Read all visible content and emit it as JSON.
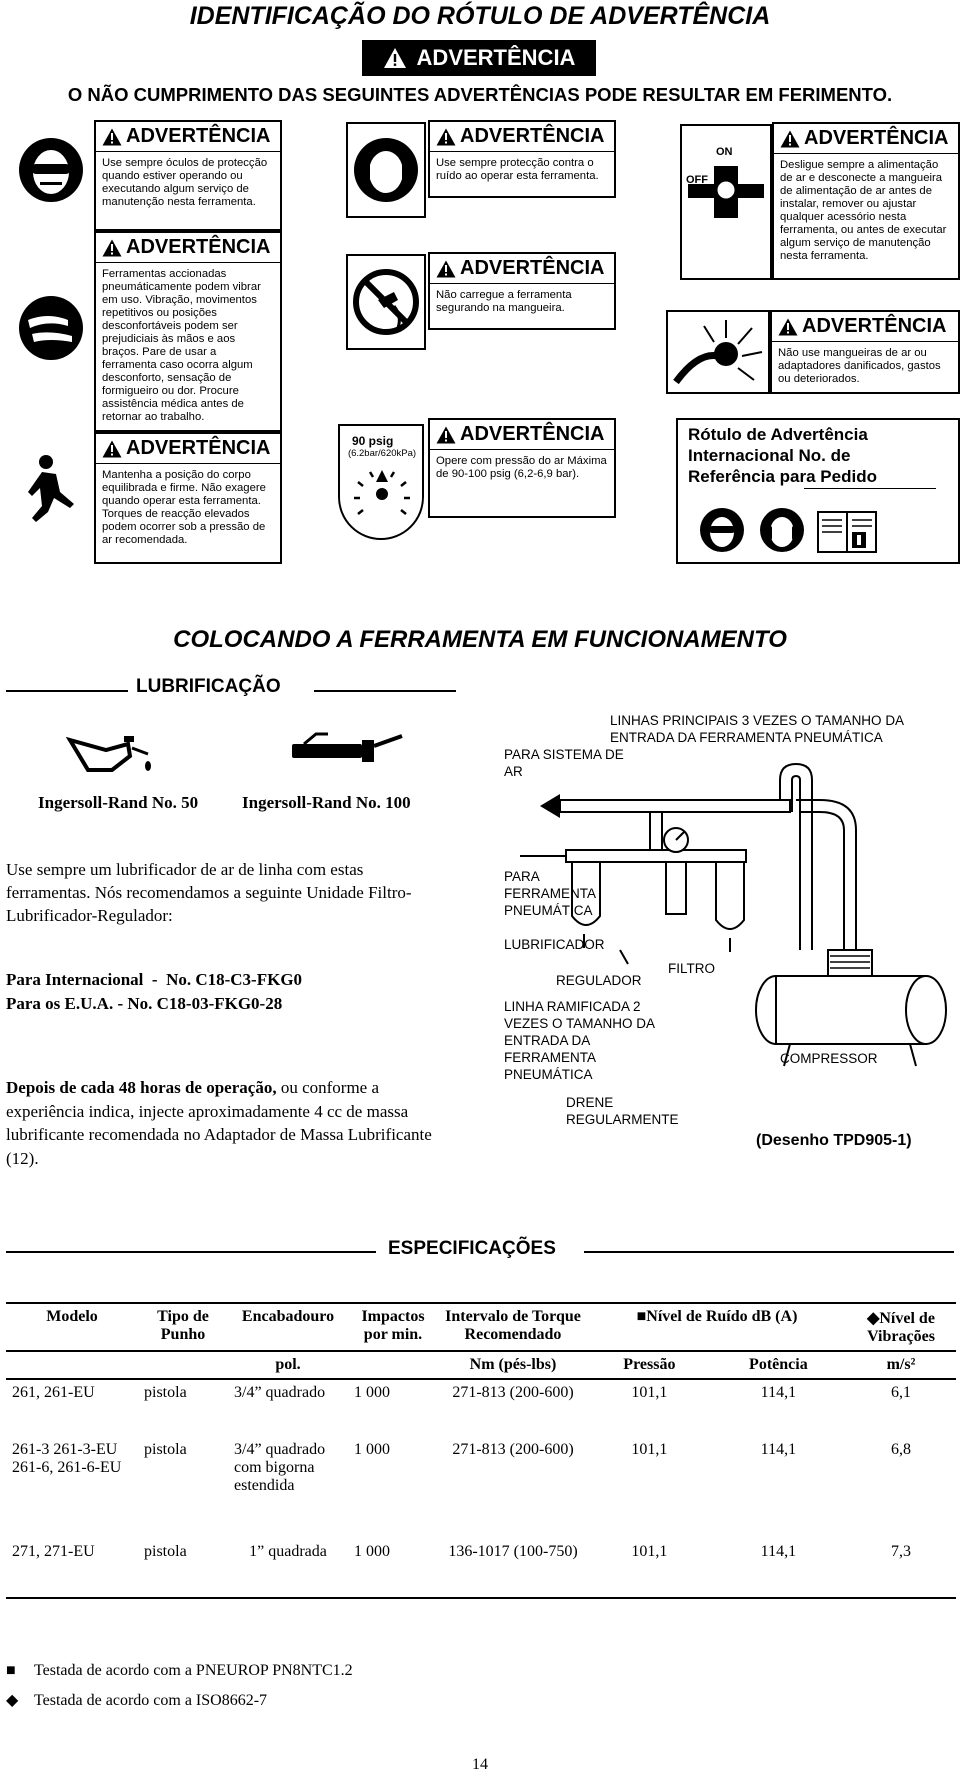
{
  "header": {
    "title": "IDENTIFICAÇÃO DO RÓTULO DE ADVERTÊNCIA",
    "banner": "ADVERTÊNCIA",
    "subtitle": "O NÃO CUMPRIMENTO DAS SEGUINTES ADVERTÊNCIAS PODE RESULTAR EM FERIMENTO."
  },
  "warnings": {
    "heading": "ADVERTÊNCIA",
    "eye": "Use sempre óculos de protecção quando estiver operando ou executando algum serviço de manutenção nesta ferramenta.",
    "vibration": "Ferramentas accionadas pneumáticamente podem vibrar em uso. Vibração, movimentos repetitivos ou posições desconfortáveis podem ser prejudiciais às mãos e aos braços. Pare de usar a ferramenta caso ocorra algum desconforto, sensação de formigueiro ou dor. Procure assistência médica antes de retornar ao trabalho.",
    "posture": "Mantenha a posição do corpo equilibrada e firme. Não exagere quando operar esta ferramenta. Torques de reacção elevados podem ocorrer sob a pressão de ar recomendada.",
    "ear": "Use sempre protecção contra o ruído ao operar esta ferramenta.",
    "hose_carry": "Não carregue a ferramenta segurando na mangueira.",
    "pressure": "Opere com pressão do ar Máxima de 90-100 psig (6,2-6,9 bar).",
    "disconnect": "Desligue sempre a alimentação de ar e desconecte a mangueira de alimentação de ar antes de instalar, remover ou ajustar qualquer acessório nesta ferramenta, ou antes de executar algum serviço de manutenção nesta ferramenta.",
    "hose_damaged": "Não use mangueiras de ar ou adaptadores danificados, gastos ou deteriorados.",
    "gauge_line1": "90 psig",
    "gauge_line2": "(6.2bar/620kPa)",
    "on_label": "ON",
    "off_label": "OFF",
    "intl_label": "Rótulo de Advertência Internacional No. de Referência para Pedido"
  },
  "operation": {
    "title": "COLOCANDO A FERRAMENTA EM FUNCIONAMENTO",
    "lub_title": "LUBRIFICAÇÃO",
    "oil_1": "Ingersoll-Rand No. 50",
    "oil_2": "Ingersoll-Rand No. 100",
    "para1": "Use sempre um lubrificador de ar de linha com estas ferramentas. Nós recomendamos a seguinte Unidade Filtro-Lubrificador-Regulador:",
    "intl": "Para Internacional  -  No. C18-C3-FKG0",
    "usa": "Para os E.U.A. - No. C18-03-FKG0-28",
    "para2_bold": "Depois de  cada 48 horas de operação,",
    "para2_rest": " ou conforme a experiência indica, injecte aproximadamente 4 cc de massa lubrificante recomendada no Adaptador de Massa Lubrificante (12)."
  },
  "diagram": {
    "main_lines": "LINHAS PRINCIPAIS 3 VEZES O TAMANHO DA ENTRADA DA FERRAMENTA PNEUMÁTICA",
    "to_air": "PARA SISTEMA DE AR",
    "to_tool": "PARA FERRAMENTA PNEUMÁTICA",
    "lubricator": "LUBRIFICADOR",
    "regulator": "REGULADOR",
    "filter": "FILTRO",
    "branch": "LINHA RAMIFICADA 2 VEZES O TAMANHO DA ENTRADA DA FERRAMENTA PNEUMÁTICA",
    "compressor": "COMPRESSOR",
    "drain": "DRENE REGULARMENTE",
    "caption": "(Desenho TPD905-1)"
  },
  "specs": {
    "title": "ESPECIFICAÇÕES",
    "headers": [
      "Modelo",
      "Tipo de Punho",
      "Encabadouro",
      "Impactos por min.",
      "Intervalo de Torque Recomendado",
      "Nível de Ruído dB (A)",
      "Nível de Vibrações"
    ],
    "units": [
      "",
      "",
      "pol.",
      "",
      "Nm (pés-lbs)",
      "Pressão",
      "Potência",
      "m/s²"
    ],
    "rows": [
      {
        "model": "261, 261-EU",
        "grip": "pistola",
        "drive": "3/4”  quadrado",
        "impacts": "1 000",
        "torque": "271-813 (200-600)",
        "pressure": "101,1",
        "power": "114,1",
        "vib": "6,1"
      },
      {
        "model": "261-3 261-3-EU 261-6, 261-6-EU",
        "grip": "pistola",
        "drive": "3/4” quadrado com bigorna estendida",
        "impacts": "1 000",
        "torque": "271-813 (200-600)",
        "pressure": "101,1",
        "power": "114,1",
        "vib": "6,8"
      },
      {
        "model": "271, 271-EU",
        "grip": "pistola",
        "drive": "1”  quadrada",
        "impacts": "1 000",
        "torque": "136-1017 (100-750)",
        "pressure": "101,1",
        "power": "114,1",
        "vib": "7,3"
      }
    ],
    "note1": "Testada de acordo com a PNEUROP PN8NTC1.2",
    "note2": "Testada de acordo com a ISO8662-7"
  },
  "page_number": "14"
}
